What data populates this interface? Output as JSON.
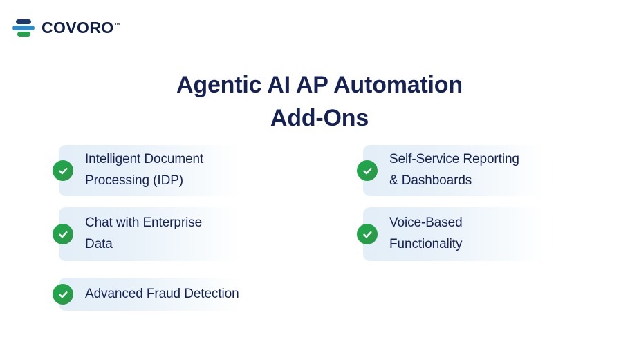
{
  "brand": {
    "name": "COVORO",
    "trademark": "™",
    "mark_colors": {
      "top_bar": "#1b3a6b",
      "middle_bar": "#2e8bc9",
      "bottom_bar": "#22a44d"
    },
    "wordmark_color": "#101f45"
  },
  "heading": {
    "line1": "Agentic AI AP Automation",
    "line2": "Add-Ons",
    "color": "#152253"
  },
  "theme": {
    "background": "#ffffff",
    "card_gradient_start": "#e3eef8",
    "card_gradient_end": "#ffffff",
    "check_green": "#21a84c",
    "text_navy": "#152253"
  },
  "cards": [
    {
      "id": "intelligent-document-processing",
      "label": "Intelligent Document\nProcessing (IDP)",
      "icon": "check-circle-icon",
      "column": "left",
      "row": 1
    },
    {
      "id": "self-service-reporting-dashboards",
      "label": "Self-Service Reporting\n& Dashboards",
      "icon": "check-circle-icon",
      "column": "right",
      "row": 1
    },
    {
      "id": "chat-with-enterprise-data",
      "label": "Chat with Enterprise\nData",
      "icon": "check-circle-icon",
      "column": "left",
      "row": 2
    },
    {
      "id": "voice-based-functionality",
      "label": "Voice-Based\nFunctionality",
      "icon": "check-circle-icon",
      "column": "right",
      "row": 2
    },
    {
      "id": "advanced-fraud-detection",
      "label": "Advanced Fraud Detection",
      "icon": "check-circle-icon",
      "column": "left",
      "row": 3
    }
  ]
}
